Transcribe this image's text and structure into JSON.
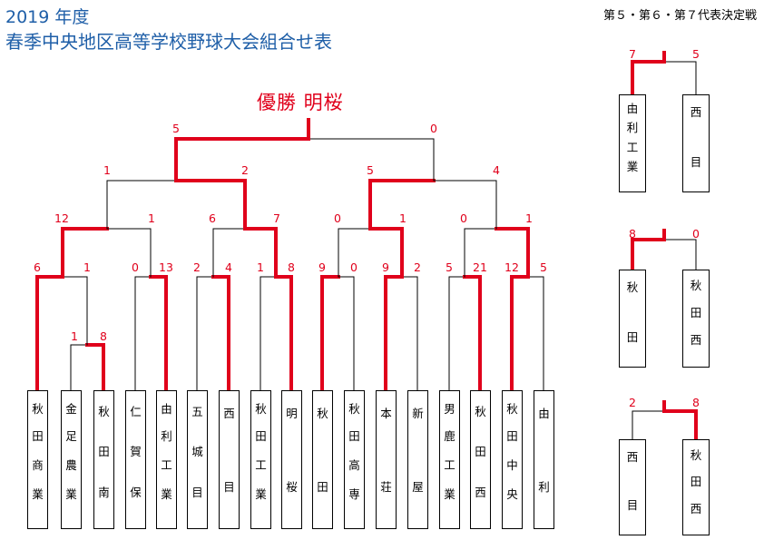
{
  "header": {
    "year": "2019 年度",
    "title": "春季中央地区高等学校野球大会組合せ表",
    "subtitle": "第５・第６・第７代表決定戦",
    "champion": "優勝 明桜"
  },
  "colors": {
    "win": "#e0001b",
    "line": "#000000",
    "title": "#1f5fa8"
  },
  "teams": [
    {
      "name": "秋田商業",
      "chars": [
        "秋",
        "田",
        "商",
        "業"
      ]
    },
    {
      "name": "金足農業",
      "chars": [
        "金",
        "足",
        "農",
        "業"
      ]
    },
    {
      "name": "秋田南",
      "chars": [
        "秋",
        "田",
        "南"
      ]
    },
    {
      "name": "仁賀保",
      "chars": [
        "仁",
        "賀",
        "保"
      ]
    },
    {
      "name": "由利工業",
      "chars": [
        "由",
        "利",
        "工",
        "業"
      ]
    },
    {
      "name": "五城目",
      "chars": [
        "五",
        "城",
        "目"
      ]
    },
    {
      "name": "西目",
      "chars": [
        "西",
        "目"
      ]
    },
    {
      "name": "秋田工業",
      "chars": [
        "秋",
        "田",
        "工",
        "業"
      ]
    },
    {
      "name": "明桜",
      "chars": [
        "明",
        "桜"
      ]
    },
    {
      "name": "秋田",
      "chars": [
        "秋",
        "田"
      ]
    },
    {
      "name": "秋田高専",
      "chars": [
        "秋",
        "田",
        "高",
        "専"
      ]
    },
    {
      "name": "本荘",
      "chars": [
        "本",
        "荘"
      ]
    },
    {
      "name": "新屋",
      "chars": [
        "新",
        "屋"
      ]
    },
    {
      "name": "男鹿工業",
      "chars": [
        "男",
        "鹿",
        "工",
        "業"
      ]
    },
    {
      "name": "秋田西",
      "chars": [
        "秋",
        "田",
        "西"
      ]
    },
    {
      "name": "秋田中央",
      "chars": [
        "秋",
        "田",
        "中",
        "央"
      ]
    },
    {
      "name": "由利",
      "chars": [
        "由",
        "利"
      ]
    }
  ],
  "scores": {
    "prelim": [
      "1",
      "8"
    ],
    "round1": [
      "6",
      "1",
      "0",
      "13",
      "2",
      "4",
      "1",
      "8",
      "9",
      "0",
      "9",
      "2",
      "5",
      "21",
      "12",
      "5"
    ],
    "round2": [
      "12",
      "1",
      "6",
      "7",
      "0",
      "1",
      "0",
      "1"
    ],
    "quarter": [
      "1",
      "2",
      "5",
      "4"
    ],
    "final": [
      "5",
      "0"
    ]
  },
  "side_matches": [
    {
      "left": {
        "name": "由利工業",
        "chars": [
          "由",
          "利",
          "工",
          "業"
        ]
      },
      "right": {
        "name": "西目",
        "chars": [
          "西",
          "目"
        ]
      },
      "left_score": "7",
      "right_score": "5",
      "winner": "left"
    },
    {
      "left": {
        "name": "秋田",
        "chars": [
          "秋",
          "田"
        ]
      },
      "right": {
        "name": "秋田西",
        "chars": [
          "秋",
          "田",
          "西"
        ]
      },
      "left_score": "8",
      "right_score": "0",
      "winner": "left"
    },
    {
      "left": {
        "name": "西目",
        "chars": [
          "西",
          "目"
        ]
      },
      "right": {
        "name": "秋田西",
        "chars": [
          "秋",
          "田",
          "西"
        ]
      },
      "left_score": "2",
      "right_score": "8",
      "winner": "right"
    }
  ]
}
